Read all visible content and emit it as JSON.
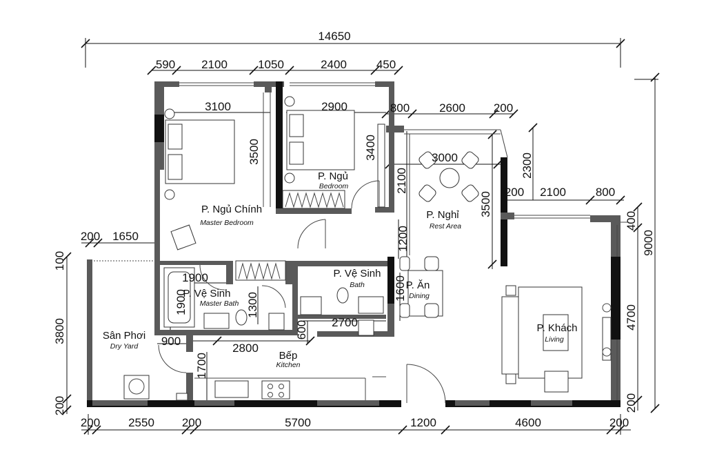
{
  "dimensions": {
    "top_total": "14650",
    "top_row": [
      "590",
      "2100",
      "1050",
      "2400",
      "450"
    ],
    "master_width": "3100",
    "bed2_width": "2900",
    "master_depth": "3500",
    "bed2_depth": "3400",
    "rest_top": [
      "800",
      "2600",
      "200"
    ],
    "rest_width": "3000",
    "rest_h1": "2100",
    "rest_h2": "3500",
    "right_h": "2300",
    "living_top": [
      "200",
      "2100",
      "800"
    ],
    "right_small": "400",
    "right_total": "9000",
    "right_living": "4700",
    "right_bottom": "200",
    "left_top": "100",
    "left_mid": "3800",
    "left_bottom": "200",
    "yard_top": [
      "200",
      "1650"
    ],
    "hall": "1200",
    "bath_w": "1900",
    "bath_h": "1900",
    "bath_h2": "1300",
    "dining_h": "1600",
    "bath2_w": "2700",
    "bath2_h": "600",
    "yard_door": "900",
    "kitchen_w": "2800",
    "kitchen_h": "1700",
    "bottom_row": [
      "200",
      "2550",
      "200",
      "5700",
      "1200",
      "4600",
      "200"
    ]
  },
  "rooms": {
    "master": {
      "name": "P. Ngủ Chính",
      "sub": "Master Bedroom"
    },
    "bedroom": {
      "name": "P. Ngủ",
      "sub": "Bedroom"
    },
    "rest": {
      "name": "P. Nghỉ",
      "sub": "Rest Area"
    },
    "bath": {
      "name": "P. Vệ Sinh",
      "sub": "Bath"
    },
    "master_bath": {
      "name": "P. Vệ Sinh",
      "sub": "Master Bath"
    },
    "dining": {
      "name": "P. Ăn",
      "sub": "Dining"
    },
    "living": {
      "name": "P. Khách",
      "sub": "Living"
    },
    "yard": {
      "name": "Sân Phơi",
      "sub": "Dry Yard"
    },
    "kitchen": {
      "name": "Bếp",
      "sub": "Kitchen"
    }
  }
}
